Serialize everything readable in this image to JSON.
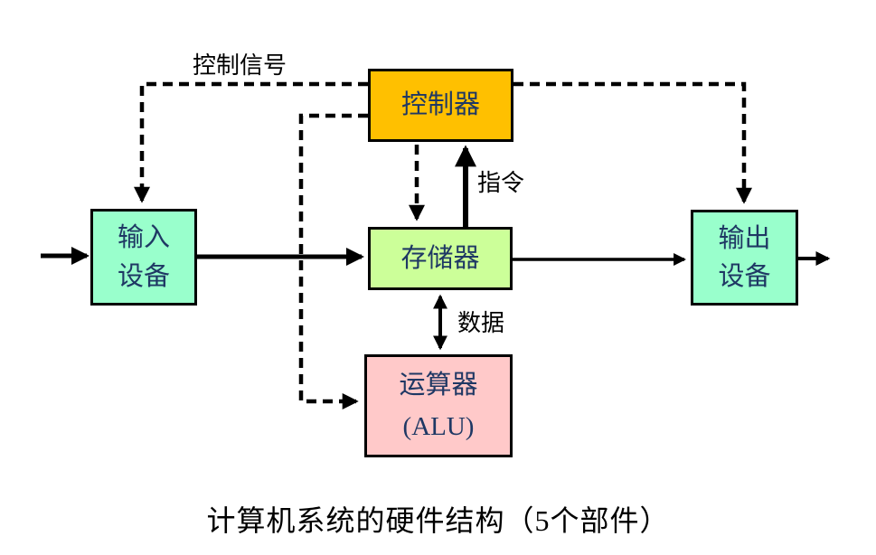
{
  "diagram": {
    "caption": "计算机系统的硬件结构（5个部件）",
    "blocks": {
      "controller": {
        "label": "控制器",
        "fill": "#FFC000"
      },
      "input_device": {
        "line1": "输入",
        "line2": "设备",
        "fill": "#99FFCC"
      },
      "memory": {
        "label": "存储器",
        "fill": "#CCFF99"
      },
      "output_device": {
        "line1": "输出",
        "line2": "设备",
        "fill": "#99FFCC"
      },
      "alu": {
        "line1": "运算器",
        "line2": "(ALU)",
        "fill": "#FFC9C9"
      }
    },
    "edge_labels": {
      "control_signal": "控制信号",
      "instruction": "指令",
      "data": "数据"
    },
    "colors": {
      "block_text": "#1F3864",
      "line": "#000000",
      "caption_text": "#000000",
      "background": "#FFFFFF"
    }
  }
}
